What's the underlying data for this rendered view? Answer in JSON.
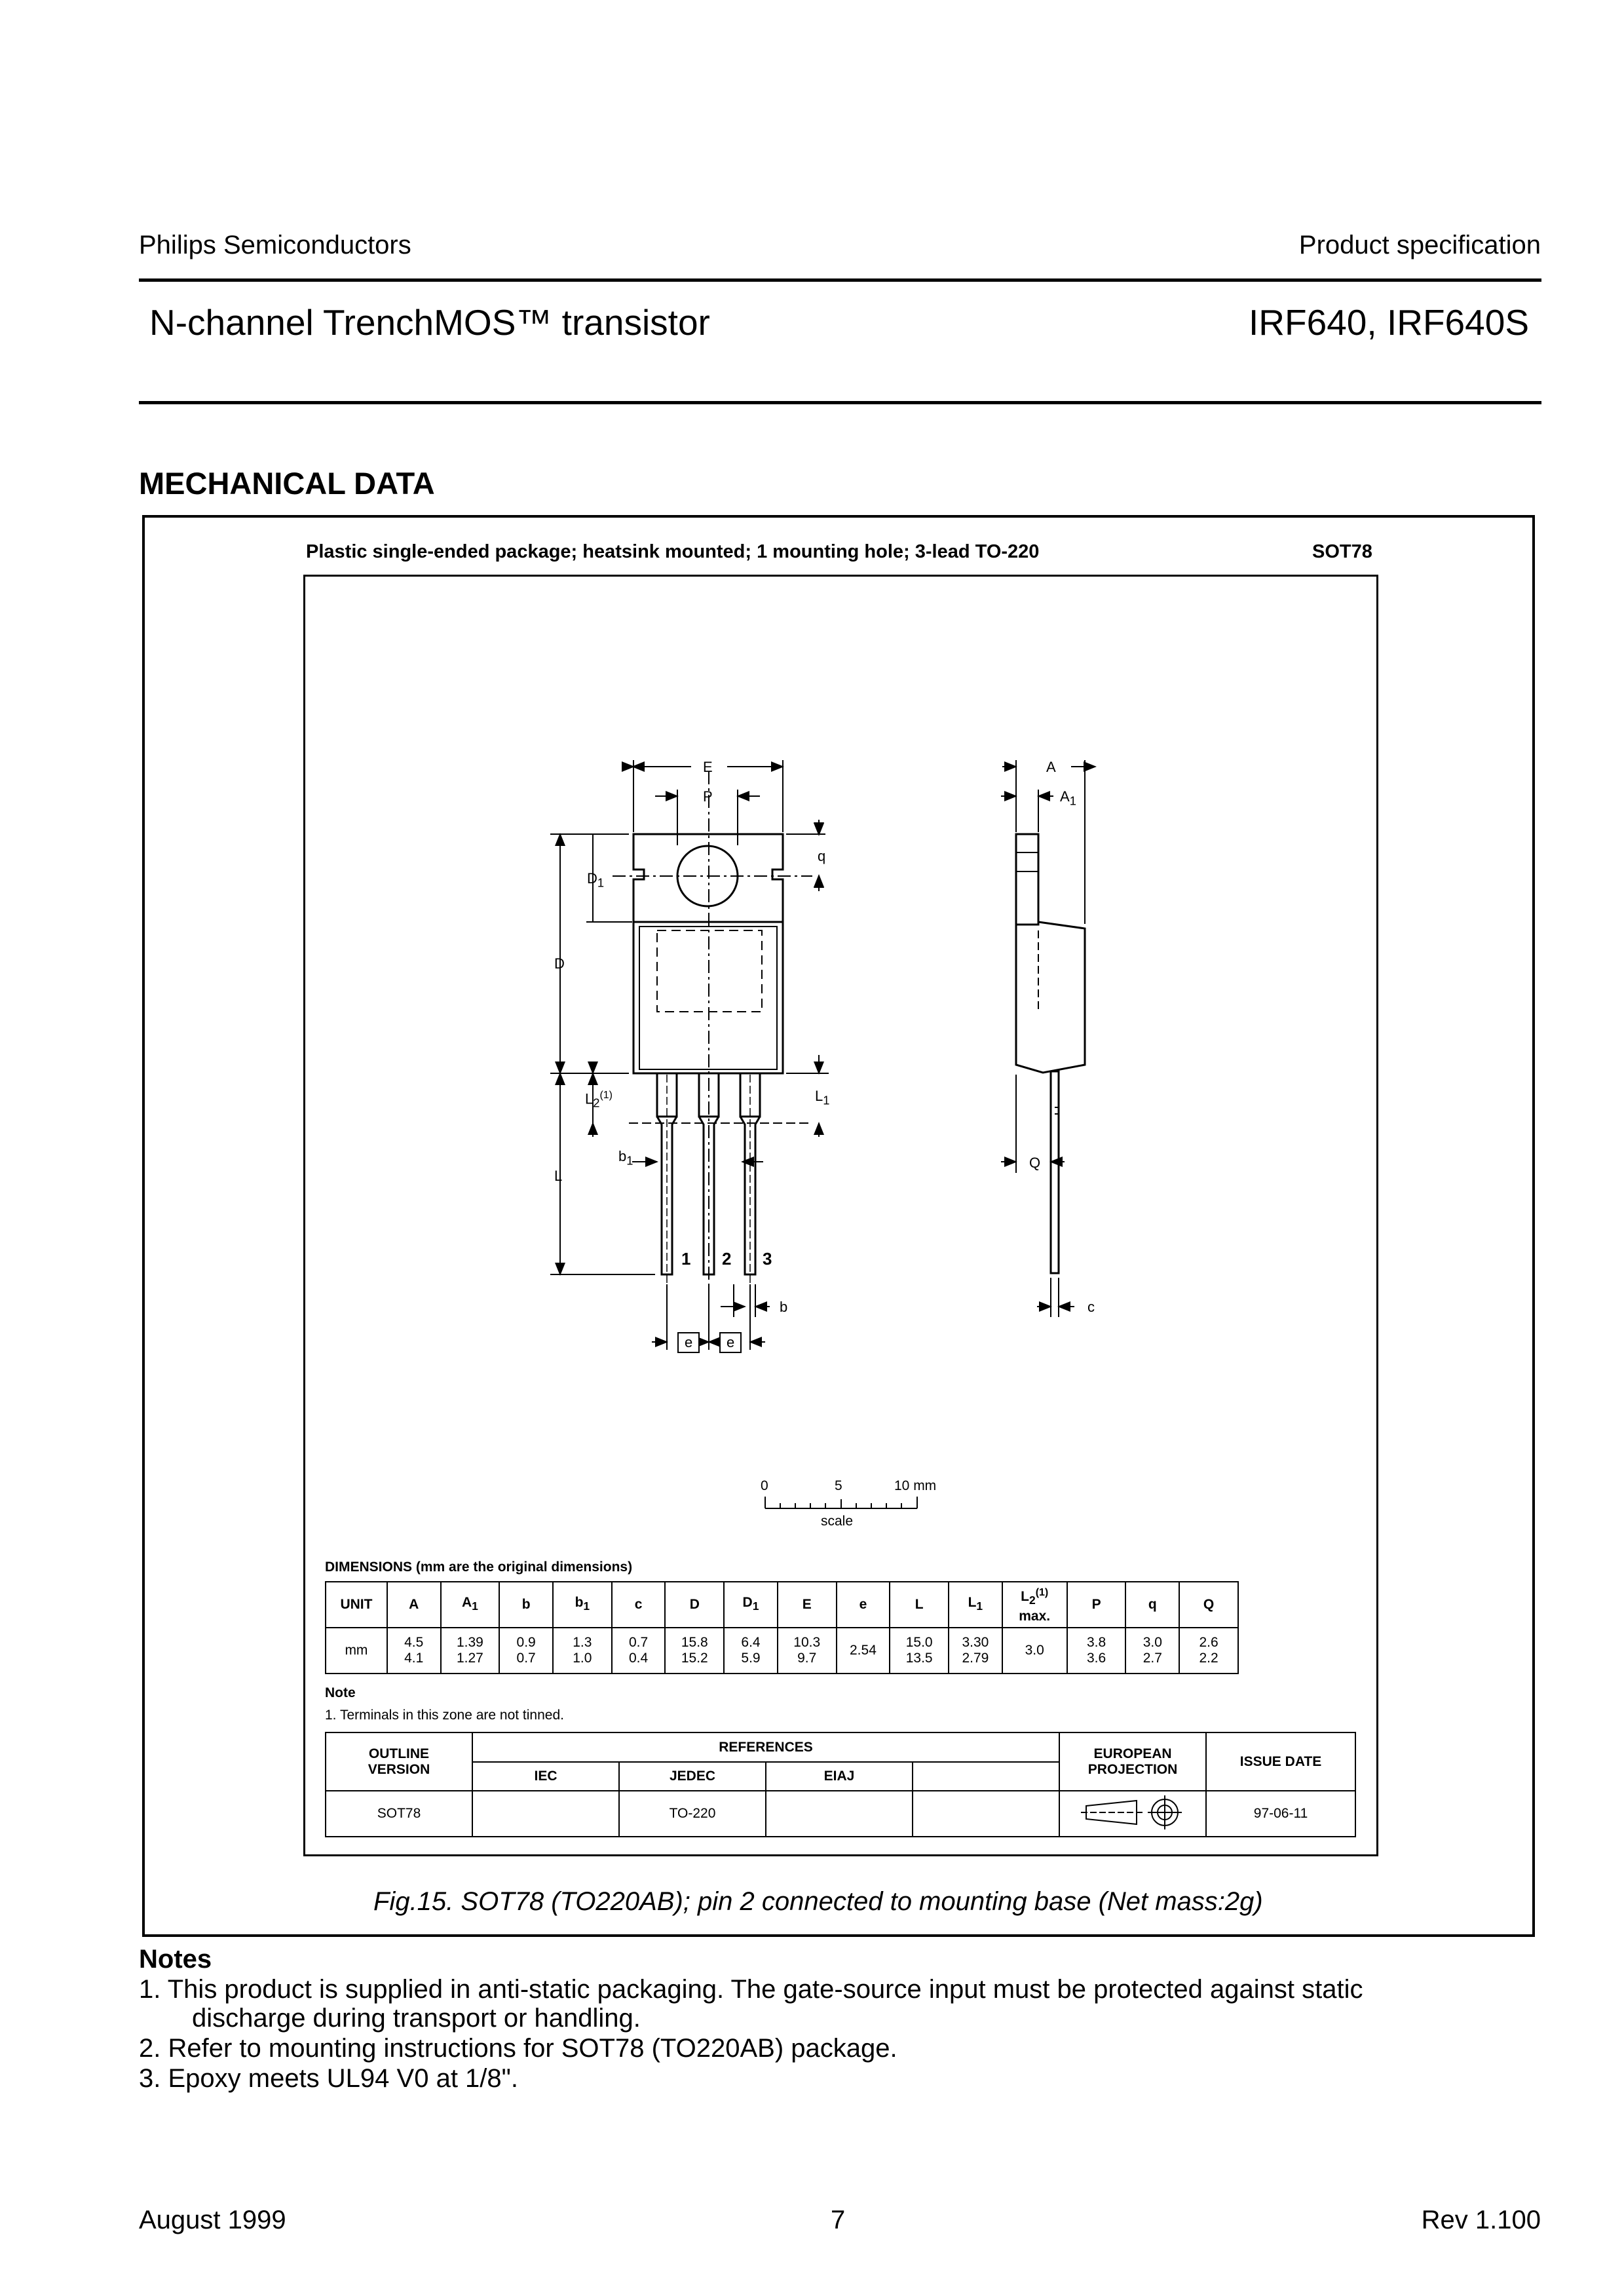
{
  "header": {
    "company": "Philips Semiconductors",
    "doc_type": "Product specification",
    "title": "N-channel TrenchMOS™ transistor",
    "part": "IRF640, IRF640S"
  },
  "section_title": "MECHANICAL DATA",
  "package": {
    "description": "Plastic single-ended package; heatsink mounted; 1 mounting hole;  3-lead TO-220",
    "code": "SOT78"
  },
  "drawing_labels": {
    "E": "E",
    "P": "P",
    "q": "q",
    "D1": "D",
    "D1_sub": "1",
    "D": "D",
    "L2": "L",
    "L2_sub": "2",
    "L2_sup": "(1)",
    "L1": "L",
    "L1_sub": "1",
    "b1": "b",
    "b1_sub": "1",
    "L": "L",
    "pin1": "1",
    "pin2": "2",
    "pin3": "3",
    "b": "b",
    "e1": "e",
    "e2": "e",
    "A": "A",
    "A1": "A",
    "A1_sub": "1",
    "Q": "Q",
    "c": "c"
  },
  "scale": {
    "t0": "0",
    "t5": "5",
    "t10": "10 mm",
    "label": "scale"
  },
  "dimensions": {
    "title": "DIMENSIONS (mm are the original dimensions)",
    "headers": [
      "UNIT",
      "A",
      "A1",
      "b",
      "b1",
      "c",
      "D",
      "D1",
      "E",
      "e",
      "L",
      "L1",
      "L2(1) max.",
      "P",
      "q",
      "Q"
    ],
    "h": {
      "unit": "UNIT",
      "A": "A",
      "A1": "A",
      "A1s": "1",
      "b": "b",
      "b1": "b",
      "b1s": "1",
      "c": "c",
      "D": "D",
      "D1": "D",
      "D1s": "1",
      "E": "E",
      "e": "e",
      "L": "L",
      "L1": "L",
      "L1s": "1",
      "L2": "L",
      "L2s": "2",
      "L2sup": "(1)",
      "L2max": "max.",
      "P": "P",
      "q": "q",
      "Q": "Q"
    },
    "row": {
      "unit": "mm",
      "A": [
        "4.5",
        "4.1"
      ],
      "A1": [
        "1.39",
        "1.27"
      ],
      "b": [
        "0.9",
        "0.7"
      ],
      "b1": [
        "1.3",
        "1.0"
      ],
      "c": [
        "0.7",
        "0.4"
      ],
      "D": [
        "15.8",
        "15.2"
      ],
      "D1": [
        "6.4",
        "5.9"
      ],
      "E": [
        "10.3",
        "9.7"
      ],
      "e": "2.54",
      "L": [
        "15.0",
        "13.5"
      ],
      "L1": [
        "3.30",
        "2.79"
      ],
      "L2": "3.0",
      "P": [
        "3.8",
        "3.6"
      ],
      "q": [
        "3.0",
        "2.7"
      ],
      "Q": [
        "2.6",
        "2.2"
      ]
    }
  },
  "note": {
    "heading": "Note",
    "text": "1. Terminals in this zone are not tinned."
  },
  "outline": {
    "h_outline": "OUTLINE VERSION",
    "h_outline_1": "OUTLINE",
    "h_outline_2": "VERSION",
    "h_refs": "REFERENCES",
    "h_iec": "IEC",
    "h_jedec": "JEDEC",
    "h_eiaj": "EIAJ",
    "h_proj_1": "EUROPEAN",
    "h_proj_2": "PROJECTION",
    "h_issue": "ISSUE DATE",
    "version": "SOT78",
    "iec": "",
    "jedec": "TO-220",
    "eiaj": "",
    "issue": "97-06-11"
  },
  "figure_caption": "Fig.15.  SOT78 (TO220AB); pin 2 connected to mounting base (Net mass:2g)",
  "notes": {
    "heading": "Notes",
    "n1a": "1. This product is supplied in anti-static packaging. The gate-source input must be protected against static",
    "n1b": "discharge during transport or handling.",
    "n2": "2. Refer to mounting instructions for SOT78 (TO220AB) package.",
    "n3": "3. Epoxy meets UL94 V0 at 1/8\"."
  },
  "footer": {
    "date": "August 1999",
    "page": "7",
    "rev": "Rev 1.100"
  }
}
